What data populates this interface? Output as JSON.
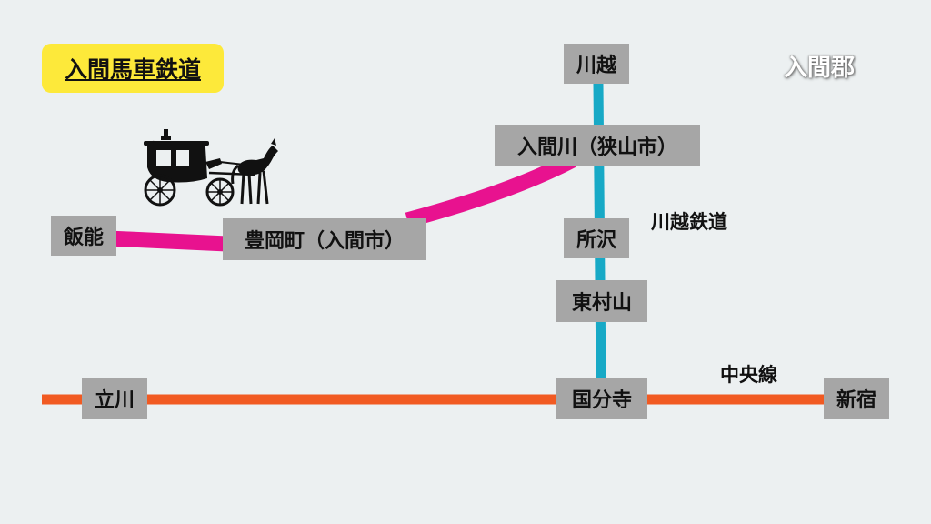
{
  "title": "入間馬車鉄道",
  "region": "入間郡",
  "colors": {
    "iruma_horse_railway": "#e8128f",
    "kawagoe_railway": "#17a9c6",
    "chuo_line": "#f15a22",
    "station_box": "#a6a6a6",
    "title_badge": "#fde93a",
    "background": "#ecf0f1"
  },
  "lines": {
    "kawagoe": {
      "label": "川越鉄道"
    },
    "chuo": {
      "label": "中央線"
    }
  },
  "stations": {
    "hanno": "飯能",
    "toyooka": "豊岡町（入間市）",
    "irumagawa": "入間川（狭山市）",
    "kawagoe": "川越",
    "tokorozawa": "所沢",
    "higashimurayama": "東村山",
    "kokubunji": "国分寺",
    "tachikawa": "立川",
    "shinjuku": "新宿"
  },
  "icons": {
    "carriage": "horse-carriage-silhouette-icon"
  }
}
